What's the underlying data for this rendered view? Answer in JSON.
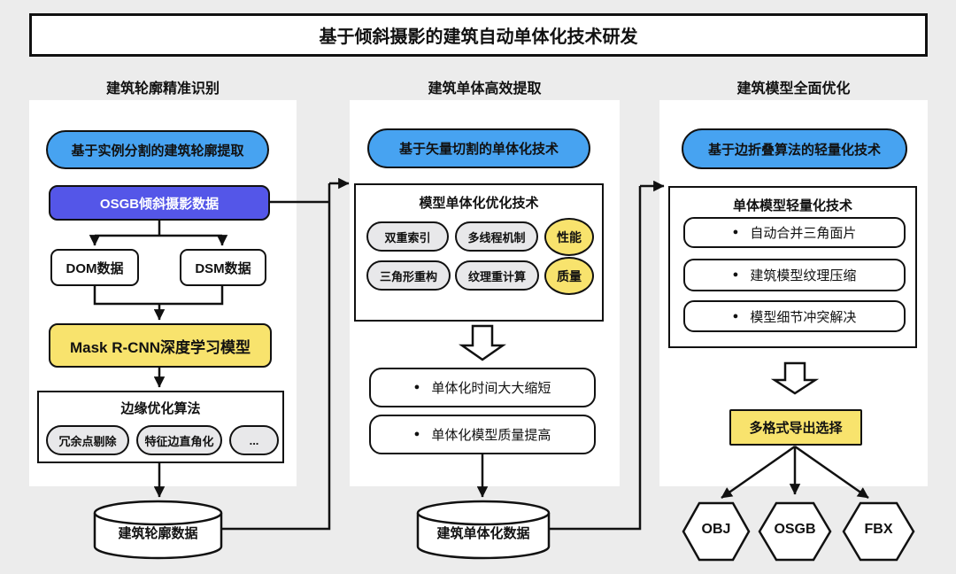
{
  "title": "基于倾斜摄影的建筑自动单体化技术研发",
  "bullet": "●",
  "colors": {
    "background": "#ececec",
    "panel": "#ffffff",
    "accent_blue": "#47a3f1",
    "accent_indigo": "#5456e8",
    "accent_yellow": "#f8e36d",
    "pill_gray": "#e8e8ea",
    "line": "#111111"
  },
  "col1": {
    "header": "建筑轮廓精准识别",
    "stadium": "基于实例分割的建筑轮廓提取",
    "osgb": "OSGB倾斜摄影数据",
    "dom": "DOM数据",
    "dsm": "DSM数据",
    "model": "Mask R-CNN深度学习模型",
    "edge": {
      "title": "边缘优化算法",
      "pills": [
        "冗余点剔除",
        "特征边直角化",
        "..."
      ]
    },
    "store": "建筑轮廓数据"
  },
  "col2": {
    "header": "建筑单体高效提取",
    "stadium": "基于矢量切割的单体化技术",
    "opt": {
      "title": "模型单体化优化技术",
      "pills": [
        "双重索引",
        "多线程机制",
        "三角形重构",
        "纹理重计算"
      ],
      "tags": [
        "性能",
        "质量"
      ]
    },
    "results": [
      "单体化时间大大缩短",
      "单体化模型质量提高"
    ],
    "store": "建筑单体化数据"
  },
  "col3": {
    "header": "建筑模型全面优化",
    "stadium": "基于边折叠算法的轻量化技术",
    "light": {
      "title": "单体模型轻量化技术",
      "items": [
        "自动合并三角面片",
        "建筑模型纹理压缩",
        "模型细节冲突解决"
      ]
    },
    "export": "多格式导出选择",
    "formats": [
      "OBJ",
      "OSGB",
      "FBX"
    ]
  }
}
